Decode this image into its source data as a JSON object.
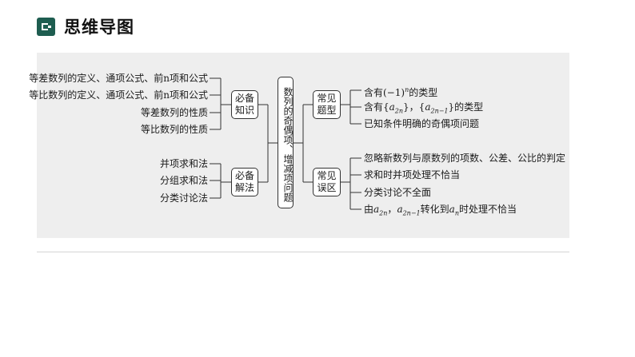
{
  "header": {
    "title": "思维导图",
    "icon": "square-bullet-icon"
  },
  "center": {
    "label": "数列的奇偶项、增减项问题"
  },
  "left": {
    "knowledge": {
      "label_line1": "必备",
      "label_line2": "知识",
      "items": [
        "等差数列的定义、通项公式、前n项和公式",
        "等比数列的定义、通项公式、前n项和公式",
        "等差数列的性质",
        "等比数列的性质"
      ]
    },
    "methods": {
      "label_line1": "必备",
      "label_line2": "解法",
      "items": [
        "并项求和法",
        "分组求和法",
        "分类讨论法"
      ]
    }
  },
  "right": {
    "types": {
      "label_line1": "常见",
      "label_line2": "题型",
      "items": [
        {
          "pre": "含有(−1)",
          "sup": "n",
          "post": "的类型"
        },
        {
          "t1": "含有{",
          "a": "a",
          "s1": "2n",
          "t2": "}，{",
          "b": "a",
          "s2": "2n−1",
          "t3": "}的类型"
        },
        {
          "text": "已知条件明确的奇偶项问题"
        }
      ]
    },
    "mistakes": {
      "label_line1": "常见",
      "label_line2": "误区",
      "items": [
        {
          "text": "忽略新数列与原数列的项数、公差、公比的判定"
        },
        {
          "text": "求和时并项处理不恰当"
        },
        {
          "text": "分类讨论不全面"
        },
        {
          "t1": "由",
          "a": "a",
          "s1": "2n",
          "t2": "，",
          "b": "a",
          "s2": "2n−1",
          "t3": "转化到",
          "c": "a",
          "s3": "n",
          "t4": "时处理不恰当"
        }
      ]
    }
  },
  "colors": {
    "accent": "#1e5d50",
    "panel": "#eeeeee"
  }
}
